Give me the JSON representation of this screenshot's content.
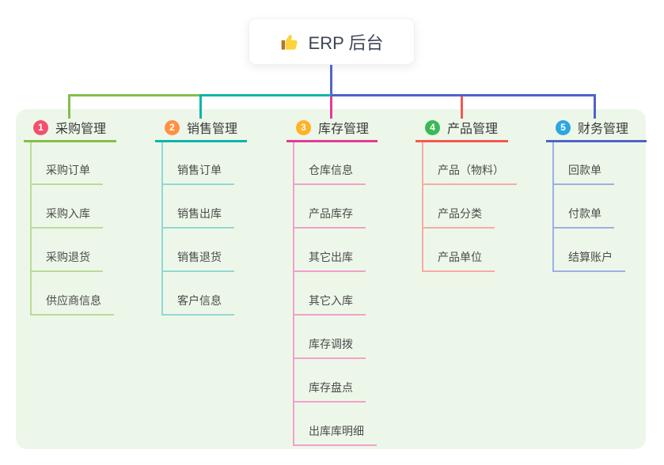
{
  "root": {
    "title": "ERP 后台",
    "icon": "thumbs-up-icon",
    "connector_color": "#5166cc"
  },
  "panel": {
    "bg_color": "#edf7e9"
  },
  "branches": [
    {
      "num": "1",
      "label": "采购管理",
      "badge_color": "#f3506c",
      "line_color": "#83bf4a",
      "sub_line_color": "#b9dc98",
      "items": [
        "采购订单",
        "采购入库",
        "采购退货",
        "供应商信息"
      ]
    },
    {
      "num": "2",
      "label": "销售管理",
      "badge_color": "#ff9143",
      "line_color": "#0cb5ab",
      "sub_line_color": "#8fd9d3",
      "items": [
        "销售订单",
        "销售出库",
        "销售退货",
        "客户信息"
      ]
    },
    {
      "num": "3",
      "label": "库存管理",
      "badge_color": "#ffb226",
      "line_color": "#e23a98",
      "sub_line_color": "#f2a0cb",
      "items": [
        "仓库信息",
        "产品库存",
        "其它出库",
        "其它入库",
        "库存调拨",
        "库存盘点",
        "出库库明细"
      ]
    },
    {
      "num": "4",
      "label": "产品管理",
      "badge_color": "#3bb857",
      "line_color": "#f5584f",
      "sub_line_color": "#f8aba4",
      "items": [
        "产品（物料）",
        "产品分类",
        "产品单位"
      ]
    },
    {
      "num": "5",
      "label": "财务管理",
      "badge_color": "#2ea7e0",
      "line_color": "#4d63c9",
      "sub_line_color": "#9dafe3",
      "items": [
        "回款单",
        "付款单",
        "结算账户"
      ]
    }
  ]
}
